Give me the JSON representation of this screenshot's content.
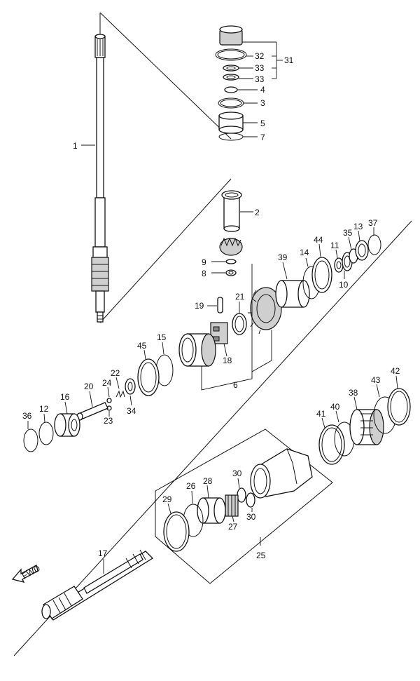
{
  "callouts": [
    "1",
    "2",
    "3",
    "4",
    "5",
    "6",
    "7",
    "8",
    "9",
    "10",
    "11",
    "12",
    "13",
    "14",
    "15",
    "16",
    "17",
    "18",
    "19",
    "20",
    "21",
    "22",
    "23",
    "24",
    "25",
    "26",
    "27",
    "28",
    "29",
    "30",
    "30",
    "31",
    "32",
    "33",
    "33",
    "34",
    "35",
    "36",
    "37",
    "38",
    "39",
    "40",
    "41",
    "42",
    "43",
    "44",
    "45"
  ],
  "fwd_label": "FWD",
  "colors": {
    "line": "#111111",
    "fill": "#ffffff",
    "shade": "#cfcfcf"
  },
  "icons": [
    "fwd-arrow-icon"
  ]
}
